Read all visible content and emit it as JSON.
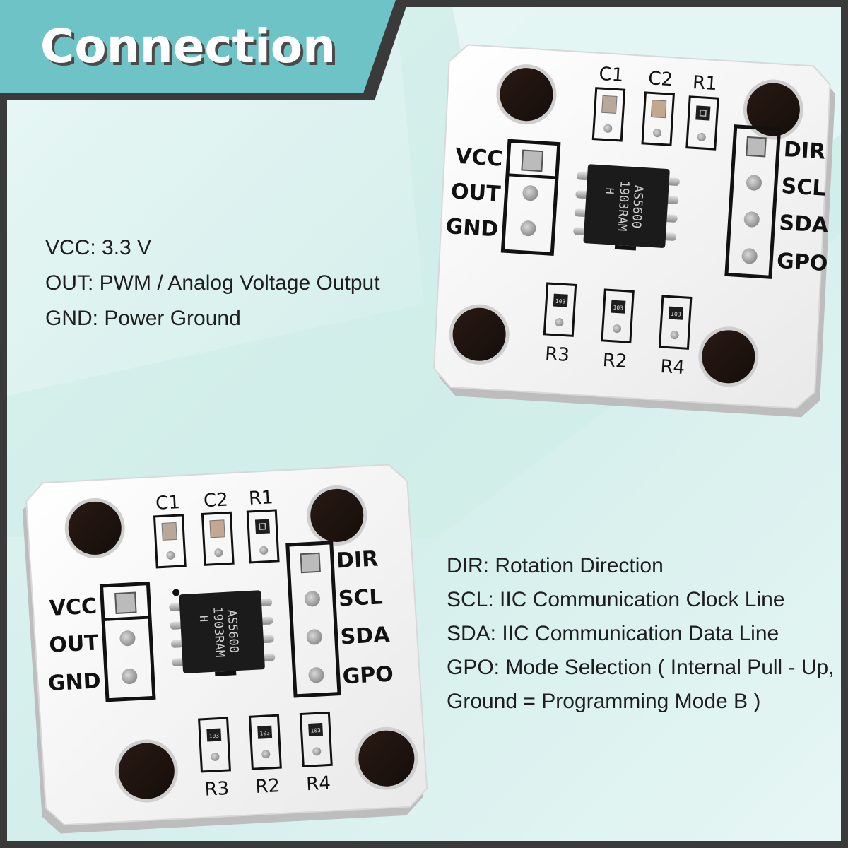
{
  "title": "Connection",
  "left_description": [
    "VCC: 3.3 V",
    "OUT: PWM / Analog Voltage Output",
    "GND: Power Ground"
  ],
  "right_description": [
    "DIR: Rotation Direction",
    "SCL: IIC Communication Clock Line",
    "SDA: IIC Communication Data Line",
    "GPO: Mode Selection ( Internal Pull - Up,",
    "Ground = Programming Mode B )"
  ],
  "board": {
    "top_components": [
      "C1",
      "C2",
      "R1"
    ],
    "bottom_components": [
      "R3",
      "R2",
      "R4"
    ],
    "left_pins": [
      "VCC",
      "OUT",
      "GND"
    ],
    "right_pins": [
      "DIR",
      "SCL",
      "SDA",
      "GPO"
    ],
    "chip_line1": "AS5600",
    "chip_line2": "1903RAM",
    "chip_line3": "H",
    "resistor_code": "103"
  },
  "colors": {
    "title_banner": "#6ec3c6",
    "background_light": "#dff4f2",
    "background_teal": "#bfe6e3",
    "board_white": "#f7f7f7",
    "chip": "#1b1b1b",
    "frame": "#3a3a3a"
  }
}
